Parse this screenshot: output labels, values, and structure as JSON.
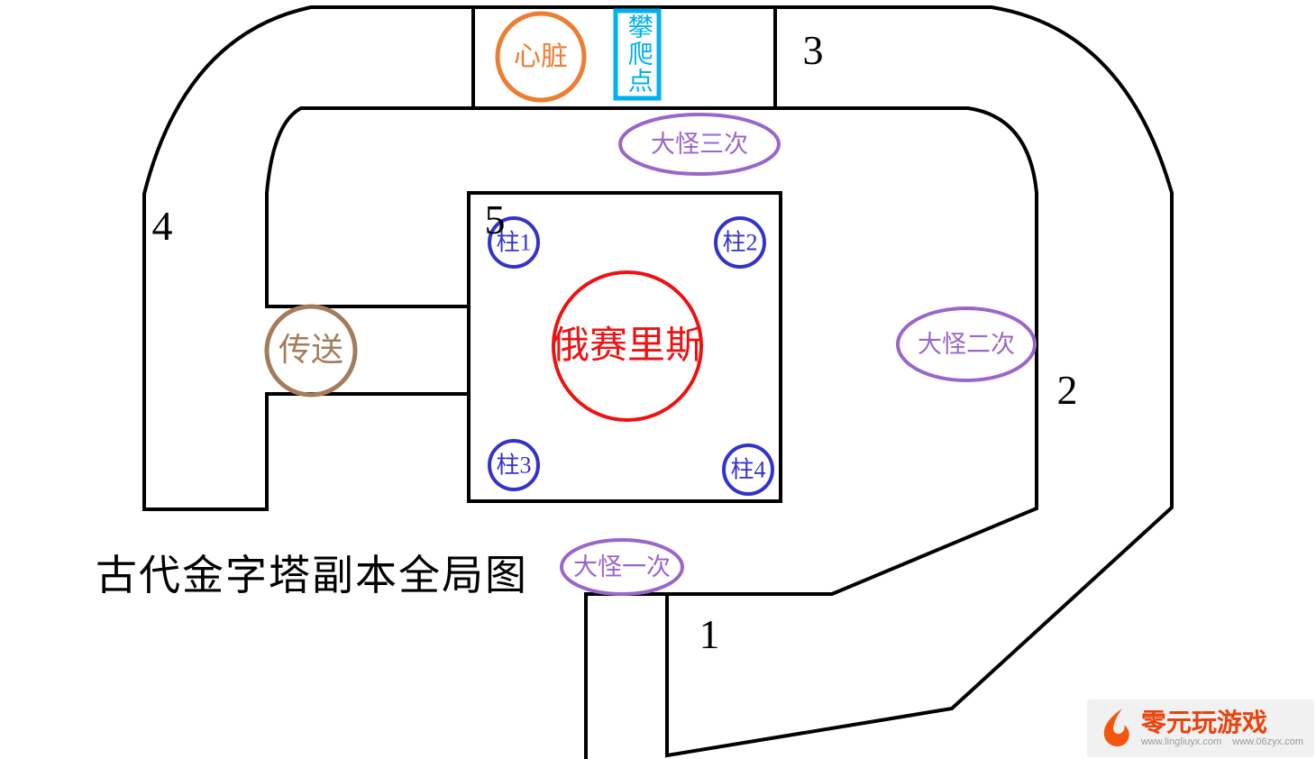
{
  "title": "古代金字塔副本全局图",
  "colors": {
    "outline": "#000000",
    "orange": "#ED7D31",
    "cyan": "#00B0F0",
    "purple": "#9966CC",
    "brown": "#A47C5B",
    "red": "#EE1111",
    "blue": "#3333CC"
  },
  "rooms": {
    "room1": "1",
    "room2": "2",
    "room3": "3",
    "room4": "4",
    "room5": "5"
  },
  "markers": {
    "heart": "心脏",
    "climb_point": "攀爬点",
    "teleport": "传送",
    "boss": "俄赛里斯",
    "pillar1": "柱1",
    "pillar2": "柱2",
    "pillar3": "柱3",
    "pillar4": "柱4",
    "big_monster_once": "大怪一次",
    "big_monster_twice": "大怪二次",
    "big_monster_thrice": "大怪三次"
  },
  "watermark": {
    "brand": "零元玩游戏",
    "url1": "www.lingliuyx.com",
    "url2": "www.06zyx.com"
  }
}
